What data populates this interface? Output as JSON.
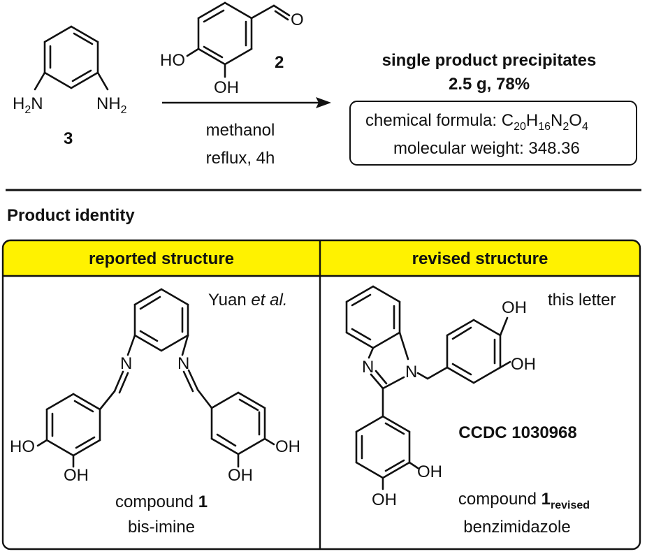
{
  "reaction": {
    "reactant_3": {
      "amine_left": "H",
      "amine_left_sub": "2",
      "amine_left_n": "N",
      "amine_right": "NH",
      "amine_right_sub": "2",
      "label": "3"
    },
    "reactant_2": {
      "ho_label": "HO",
      "oh_label": "OH",
      "o_label": "O",
      "label": "2"
    },
    "conditions": {
      "solvent": "methanol",
      "time": "reflux, 4h"
    },
    "result": {
      "headline": "single product precipitates",
      "yield": "2.5 g, 78%",
      "formula_prefix": "chemical formula: ",
      "formula_parts": [
        "C",
        "20",
        "H",
        "16",
        "N",
        "2",
        "O",
        "4"
      ],
      "mw": "molecular weight: 348.36"
    }
  },
  "section_title": "Product identity",
  "panels": {
    "left": {
      "header": "reported structure",
      "attribution": "Yuan",
      "attribution_italic": "et al.",
      "atoms": {
        "n1": "N",
        "n2": "N",
        "ho": "HO",
        "oh1": "OH",
        "oh2": "OH",
        "oh3": "OH"
      },
      "caption_prefix": "compound ",
      "caption_number": "1",
      "caption_type": "bis-imine"
    },
    "right": {
      "header": "revised structure",
      "attribution": "this letter",
      "atoms": {
        "n1": "N",
        "n2": "N",
        "oh1": "OH",
        "oh2": "OH",
        "oh3": "OH",
        "oh4": "OH"
      },
      "ccdc": "CCDC 1030968",
      "caption_prefix": "compound ",
      "caption_number": "1",
      "caption_sub": "revised",
      "caption_type": "benzimidazole"
    }
  },
  "colors": {
    "header_fill": "#fff200",
    "line": "#111111"
  }
}
